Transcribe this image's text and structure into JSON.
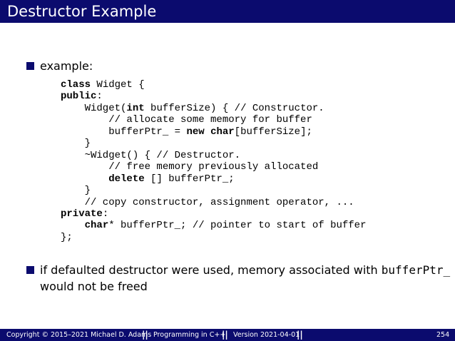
{
  "slide": {
    "title": "Destructor Example",
    "bullets": [
      {
        "text": "example:"
      },
      {
        "text_before": "if defaulted destructor were used, memory associated with ",
        "code": "bufferPtr_",
        "text_after": "would not be freed"
      }
    ],
    "code_lines": [
      [
        "",
        {
          "k": "class"
        },
        " Widget {"
      ],
      [
        "",
        {
          "k": "public"
        },
        ":"
      ],
      [
        "    Widget(",
        {
          "k": "int"
        },
        " bufferSize) { // Constructor."
      ],
      [
        "        // allocate some memory for buffer"
      ],
      [
        "        bufferPtr_ = ",
        {
          "k": "new"
        },
        " ",
        {
          "k": "char"
        },
        "[bufferSize];"
      ],
      [
        "    }"
      ],
      [
        "    ~Widget() { // Destructor."
      ],
      [
        "        // free memory previously allocated"
      ],
      [
        "        ",
        {
          "k": "delete"
        },
        " [] bufferPtr_;"
      ],
      [
        "    }"
      ],
      [
        "    // copy constructor, assignment operator, ..."
      ],
      [
        "",
        {
          "k": "private"
        },
        ":"
      ],
      [
        "    ",
        {
          "k": "char"
        },
        "* bufferPtr_; // pointer to start of buffer"
      ],
      [
        "};"
      ]
    ]
  },
  "footer": {
    "copyright": "Copyright © 2015–2021 Michael D. Adams",
    "course": "Programming in C++",
    "version": "Version 2021-04-01",
    "separator": "||",
    "page": "254"
  },
  "colors": {
    "bar": "#0b0b6e",
    "bullet": "#0b0b6e"
  }
}
